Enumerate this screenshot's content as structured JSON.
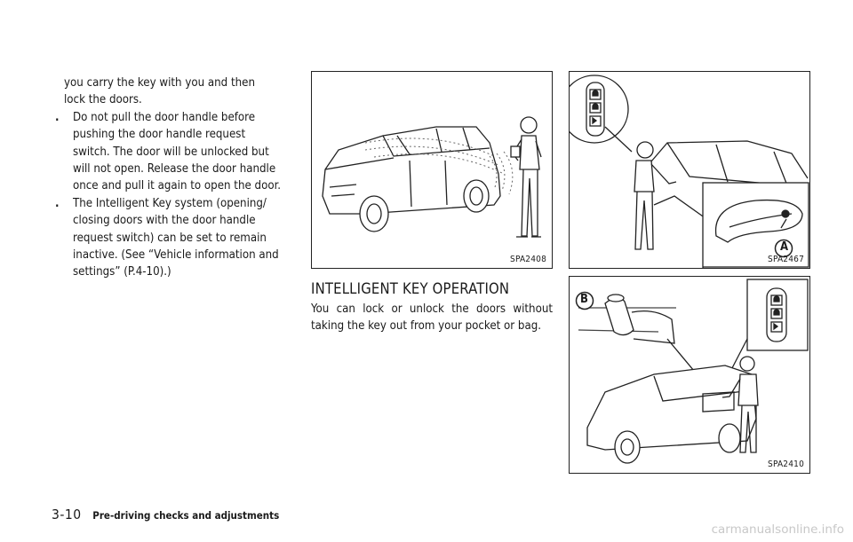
{
  "left_column": {
    "continuation": [
      "you carry the key with you and then",
      "lock the doors."
    ],
    "bullets": [
      {
        "marker": ".",
        "lines": [
          "Do not pull the door handle before",
          "pushing the door handle request",
          "switch. The door will be unlocked but",
          "will not open. Release the door handle",
          "once and pull it again to open the door."
        ]
      },
      {
        "marker": ".",
        "lines": [
          "The Intelligent Key system (opening/",
          "closing doors with the door handle",
          "request switch) can be set to remain",
          "inactive. (See “Vehicle information and",
          "settings” (P.4-10).)"
        ]
      }
    ]
  },
  "figures": {
    "fig1": {
      "code": "SPA2408"
    },
    "fig2": {
      "code": "SPA2467",
      "callout": "A"
    },
    "fig3": {
      "code": "SPA2410",
      "callout": "B"
    }
  },
  "section": {
    "heading": "INTELLIGENT KEY OPERATION",
    "paragraph": "You can lock or unlock the doors without taking the key out from your pocket or bag."
  },
  "footer": {
    "page_number": "3-10",
    "title": "Pre-driving checks and adjustments"
  },
  "watermark": "carmanualsonline.info"
}
